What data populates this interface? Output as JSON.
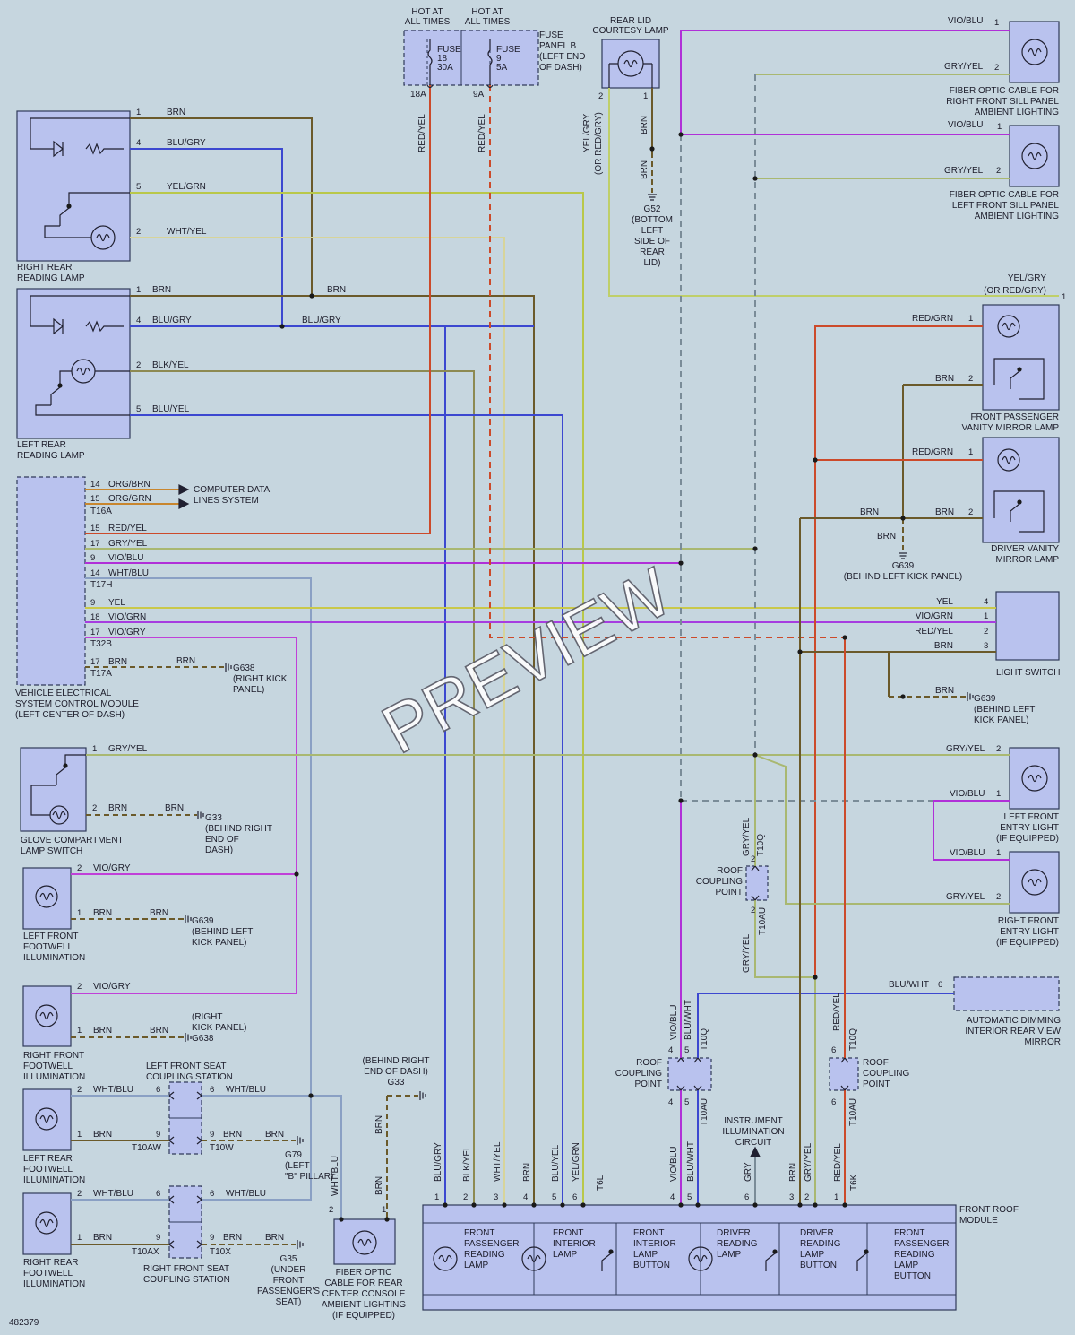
{
  "diagram": {
    "id_number": "482379",
    "watermark": "PREVIEW",
    "colors": {
      "BRN": "#6b5a2a",
      "BLU": "#3c48d0",
      "YELGRN": "#b9c84a",
      "VIO": "#b030d8",
      "RED": "#cc4a2a",
      "GRYYEL": "#a9b871",
      "GRY": "#7a8c98",
      "YEL": "#c9c84a",
      "ORG": "#c8862e"
    },
    "supply": {
      "hot1": [
        "HOT AT",
        "ALL TIMES"
      ],
      "hot2": [
        "HOT AT",
        "ALL TIMES"
      ],
      "fuse18": [
        "FUSE",
        "18",
        "30A"
      ],
      "fuse9": [
        "FUSE",
        "9",
        "5A"
      ],
      "fuse_panel": [
        "FUSE",
        "PANEL B",
        "(LEFT END",
        "OF DASH)"
      ],
      "pin18": "18A",
      "pin9": "9A",
      "wire1": "RED/YEL",
      "wire2": "RED/YEL"
    },
    "rear_lid": {
      "title": [
        "REAR LID",
        "COURTESY LAMP"
      ],
      "wire_yel": "YEL/GRY",
      "wire_yel_alt": "(OR RED/GRY)",
      "wire_brn1": "BRN",
      "wire_brn2": "BRN",
      "pin2": "2",
      "pin1": "1",
      "ground": [
        "G52",
        "(BOTTOM",
        "LEFT",
        "SIDE OF",
        "REAR",
        "LID)"
      ]
    },
    "right_rear_lamp": {
      "title": [
        "RIGHT REAR",
        "READING LAMP"
      ],
      "pins": [
        {
          "n": "1",
          "wire": "BRN"
        },
        {
          "n": "4",
          "wire": "BLU/GRY"
        },
        {
          "n": "5",
          "wire": "YEL/GRN"
        },
        {
          "n": "2",
          "wire": "WHT/YEL"
        }
      ]
    },
    "left_rear_lamp": {
      "title": [
        "LEFT REAR",
        "READING LAMP"
      ],
      "pins": [
        {
          "n": "1",
          "wire": "BRN"
        },
        {
          "n": "4",
          "wire": "BLU/GRY"
        },
        {
          "n": "2",
          "wire": "BLK/YEL"
        },
        {
          "n": "5",
          "wire": "BLU/YEL"
        }
      ],
      "splice_brn": "BRN",
      "splice_blu": "BLU/GRY"
    },
    "vescm": {
      "title": [
        "VEHICLE ELECTRICAL",
        "SYSTEM CONTROL MODULE",
        "(LEFT CENTER OF DASH)"
      ],
      "pins": [
        {
          "n": "14",
          "wire": "ORG/BRN"
        },
        {
          "n": "15",
          "wire": "ORG/GRN"
        },
        {
          "n": "15",
          "wire": "RED/YEL"
        },
        {
          "n": "17",
          "wire": "GRY/YEL"
        },
        {
          "n": "9",
          "wire": "VIO/BLU"
        },
        {
          "n": "14",
          "wire": "WHT/BLU"
        },
        {
          "n": "9",
          "wire": "YEL"
        },
        {
          "n": "18",
          "wire": "VIO/GRN"
        },
        {
          "n": "17",
          "wire": "VIO/GRY"
        },
        {
          "n": "17",
          "wire": "BRN"
        }
      ],
      "connectors": [
        "T16A",
        "T17H",
        "T32B",
        "T17A"
      ],
      "data_lines": [
        "COMPUTER DATA",
        "LINES SYSTEM"
      ],
      "ground_wire": "BRN",
      "ground": [
        "G638",
        "(RIGHT KICK",
        "PANEL)"
      ]
    },
    "glove": {
      "title": [
        "GLOVE COMPARTMENT",
        "LAMP SWITCH"
      ],
      "pin1": "1",
      "wire1": "GRY/YEL",
      "pin2": "2",
      "wire2": "BRN",
      "wire2b": "BRN",
      "ground": [
        "G33",
        "(BEHIND RIGHT",
        "END OF",
        "DASH)"
      ]
    },
    "lf_footwell": {
      "title": [
        "LEFT FRONT",
        "FOOTWELL",
        "ILLUMINATION"
      ],
      "pin2": "2",
      "wire2": "VIO/GRY",
      "pin1": "1",
      "wire1": "BRN",
      "wire1b": "BRN",
      "ground": [
        "G639",
        "(BEHIND LEFT",
        "KICK PANEL)"
      ]
    },
    "rf_footwell": {
      "title": [
        "RIGHT FRONT",
        "FOOTWELL",
        "ILLUMINATION"
      ],
      "pin2": "2",
      "wire2": "VIO/GRY",
      "pin1": "1",
      "wire1": "BRN",
      "wire1b": "BRN",
      "ground": [
        "(RIGHT",
        "KICK PANEL)",
        "G638"
      ]
    },
    "lr_footwell": {
      "title": [
        "LEFT REAR",
        "FOOTWELL",
        "ILLUMINATION"
      ],
      "pin2": "2",
      "wire2": "WHT/BLU",
      "pin1": "1",
      "wire1": "BRN",
      "station": [
        "LEFT FRONT SEAT",
        "COUPLING STATION"
      ],
      "s_pin6a": "6",
      "s_pin6b": "6",
      "s_wire6": "WHT/BLU",
      "s_pin9a": "9",
      "s_pin9b": "9",
      "s_wire9": "BRN",
      "s_wire9b": "BRN",
      "conn_a": "T10AW",
      "conn_b": "T10W",
      "ground": [
        "G79",
        "(LEFT",
        "\"B\" PILLAR)"
      ]
    },
    "rr_footwell": {
      "title": [
        "RIGHT REAR",
        "FOOTWELL",
        "ILLUMINATION"
      ],
      "pin2": "2",
      "wire2": "WHT/BLU",
      "pin1": "1",
      "wire1": "BRN",
      "station": [
        "RIGHT FRONT SEAT",
        "COUPLING STATION"
      ],
      "s_pin6a": "6",
      "s_pin6b": "6",
      "s_wire6": "WHT/BLU",
      "s_pin9a": "9",
      "s_pin9b": "9",
      "s_wire9": "BRN",
      "s_wire9b": "BRN",
      "conn_a": "T10AX",
      "conn_b": "T10X",
      "ground": [
        "G35",
        "(UNDER",
        "FRONT",
        "PASSENGER'S",
        "SEAT)"
      ]
    },
    "center_console": {
      "title": [
        "FIBER OPTIC",
        "CABLE FOR REAR",
        "CENTER CONSOLE",
        "AMBIENT LIGHTING",
        "(IF EQUIPPED)"
      ],
      "ground": [
        "(BEHIND RIGHT",
        "END OF DASH)",
        "G33"
      ],
      "wire_wht": "WHT/BLU",
      "wire_brn1": "BRN",
      "wire_brn2": "BRN",
      "pin2": "2",
      "pin1": "1"
    },
    "sill_right": {
      "title": [
        "FIBER OPTIC CABLE FOR",
        "RIGHT FRONT SILL PANEL",
        "AMBIENT LIGHTING"
      ],
      "wire1": "VIO/BLU",
      "pin1": "1",
      "wire2": "GRY/YEL",
      "pin2": "2"
    },
    "sill_left": {
      "title": [
        "FIBER OPTIC CABLE FOR",
        "LEFT FRONT SILL PANEL",
        "AMBIENT LIGHTING"
      ],
      "wire1": "VIO/BLU",
      "pin1": "1",
      "wire2": "GRY/YEL",
      "pin2": "2"
    },
    "yel_gry_end": {
      "wire": "YEL/GRY",
      "wire_alt": "(OR RED/GRY)",
      "pin": "1"
    },
    "fp_vanity": {
      "title": [
        "FRONT PASSENGER",
        "VANITY MIRROR LAMP"
      ],
      "wire1": "RED/GRN",
      "pin1": "1",
      "wire2": "BRN",
      "pin2": "2"
    },
    "driver_vanity": {
      "title": [
        "DRIVER VANITY",
        "MIRROR LAMP"
      ],
      "wire1": "RED/GRN",
      "pin1": "1",
      "wire2": "BRN",
      "pin2": "2",
      "brn_left": "BRN",
      "brn_down": "BRN",
      "ground": [
        "G639",
        "(BEHIND LEFT KICK PANEL)"
      ]
    },
    "light_switch": {
      "title": "LIGHT SWITCH",
      "pins": [
        {
          "n": "4",
          "wire": "YEL"
        },
        {
          "n": "1",
          "wire": "VIO/GRN"
        },
        {
          "n": "2",
          "wire": "RED/YEL"
        },
        {
          "n": "3",
          "wire": "BRN"
        }
      ],
      "ground_wire": "BRN",
      "ground": [
        "G639",
        "(BEHIND LEFT",
        "KICK PANEL)"
      ]
    },
    "lf_entry": {
      "title": [
        "LEFT FRONT",
        "ENTRY LIGHT",
        "(IF EQUIPPED)"
      ],
      "wire2": "GRY/YEL",
      "pin2": "2",
      "wire1": "VIO/BLU",
      "pin1": "1"
    },
    "rf_entry": {
      "title": [
        "RIGHT FRONT",
        "ENTRY LIGHT",
        "(IF EQUIPPED)"
      ],
      "wire1": "VIO/BLU",
      "pin1": "1",
      "wire2": "GRY/YEL",
      "pin2": "2"
    },
    "dimming_mirror": {
      "title": [
        "AUTOMATIC DIMMING",
        "INTERIOR REAR VIEW",
        "MIRROR"
      ],
      "wire": "BLU/WHT",
      "pin": "6"
    },
    "roof_point_upper": {
      "title": [
        "ROOF",
        "COUPLING",
        "POINT"
      ],
      "wire_top": "GRY/YEL",
      "pin_top": "2",
      "conn_top": "T10Q",
      "wire_bot": "GRY/YEL",
      "pin_bot": "2",
      "conn_bot": "T10AU"
    },
    "roof_point_left": {
      "title": [
        "ROOF",
        "COUPLING",
        "POINT"
      ],
      "w1": "VIO/BLU",
      "w2": "BLU/WHT",
      "p4": "4",
      "p5": "5",
      "conn_top": "T10Q",
      "conn_bot": "T10AU",
      "p4b": "4",
      "p5b": "5"
    },
    "roof_point_right": {
      "title": [
        "ROOF",
        "COUPLING",
        "POINT"
      ],
      "w": "RED/YEL",
      "p": "6",
      "pb": "6",
      "conn_top": "T10Q",
      "conn_bot": "T10AU"
    },
    "instrument_circuit": [
      "INSTRUMENT",
      "ILLUMINATION",
      "CIRCUIT"
    ],
    "front_roof_module": {
      "title": [
        "FRONT ROOF",
        "MODULE"
      ],
      "left_wires": [
        {
          "pin": "1",
          "wire": "BLU/GRY"
        },
        {
          "pin": "2",
          "wire": "BLK/YEL"
        },
        {
          "pin": "3",
          "wire": "WHT/YEL"
        },
        {
          "pin": "4",
          "wire": "BRN"
        },
        {
          "pin": "5",
          "wire": "BLU/YEL"
        },
        {
          "pin": "6",
          "wire": "YEL/GRN"
        }
      ],
      "left_conn": "T6L",
      "right_wires": [
        {
          "pin": "4",
          "wire": "VIO/BLU"
        },
        {
          "pin": "5",
          "wire": "BLU/WHT"
        },
        {
          "pin": "6",
          "wire": "GRY"
        },
        {
          "pin": "3",
          "wire": "BRN"
        },
        {
          "pin": "2",
          "wire": "GRY/YEL"
        },
        {
          "pin": "1",
          "wire": "RED/YEL"
        }
      ],
      "right_conn": "T6K",
      "sections": [
        [
          "FRONT",
          "PASSENGER",
          "READING",
          "LAMP"
        ],
        [
          "FRONT",
          "INTERIOR",
          "LAMP"
        ],
        [
          "FRONT",
          "INTERIOR",
          "LAMP",
          "BUTTON"
        ],
        [
          "DRIVER",
          "READING",
          "LAMP"
        ],
        [
          "DRIVER",
          "READING",
          "LAMP",
          "BUTTON"
        ],
        [
          "FRONT",
          "PASSENGER",
          "READING",
          "LAMP",
          "BUTTON"
        ]
      ]
    }
  }
}
